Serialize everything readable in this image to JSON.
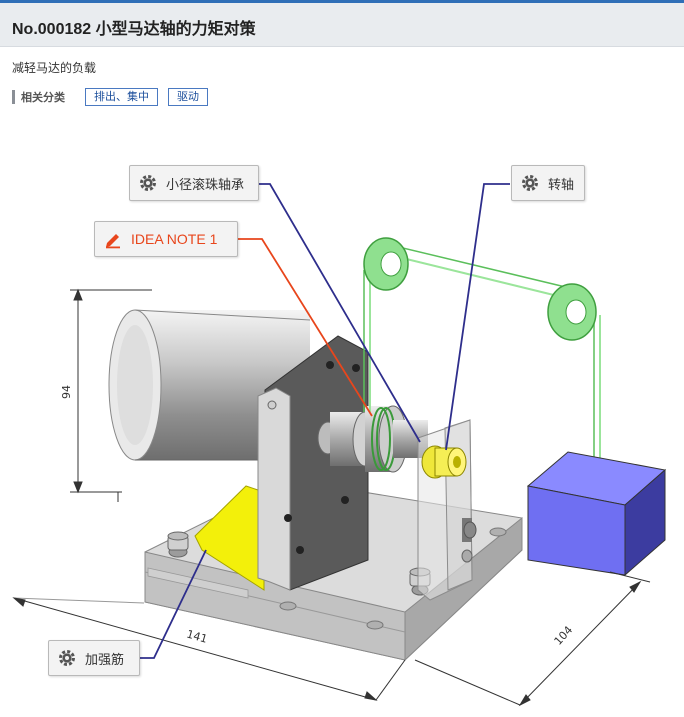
{
  "header": {
    "title": "No.000182 小型马达轴的力矩对策"
  },
  "subtitle": "减轻马达的负载",
  "related": {
    "label": "相关分类",
    "tags": [
      "排出、集中",
      "驱动"
    ]
  },
  "callouts": {
    "bearing": "小径滚珠轴承",
    "shaft": "转轴",
    "idea": "IDEA NOTE 1",
    "rib": "加强筋"
  },
  "dimensions": {
    "height": "94",
    "length": "141",
    "depth": "104"
  },
  "colors": {
    "header_bg": "#e9ecef",
    "accent_blue": "#2f6fb7",
    "idea_red": "#e8461c",
    "leader_blue": "#2e2e8c",
    "rib_yellow": "#f3f00a",
    "weight_block": "#6f6ff2",
    "pulley_green": "#7fd87f"
  }
}
